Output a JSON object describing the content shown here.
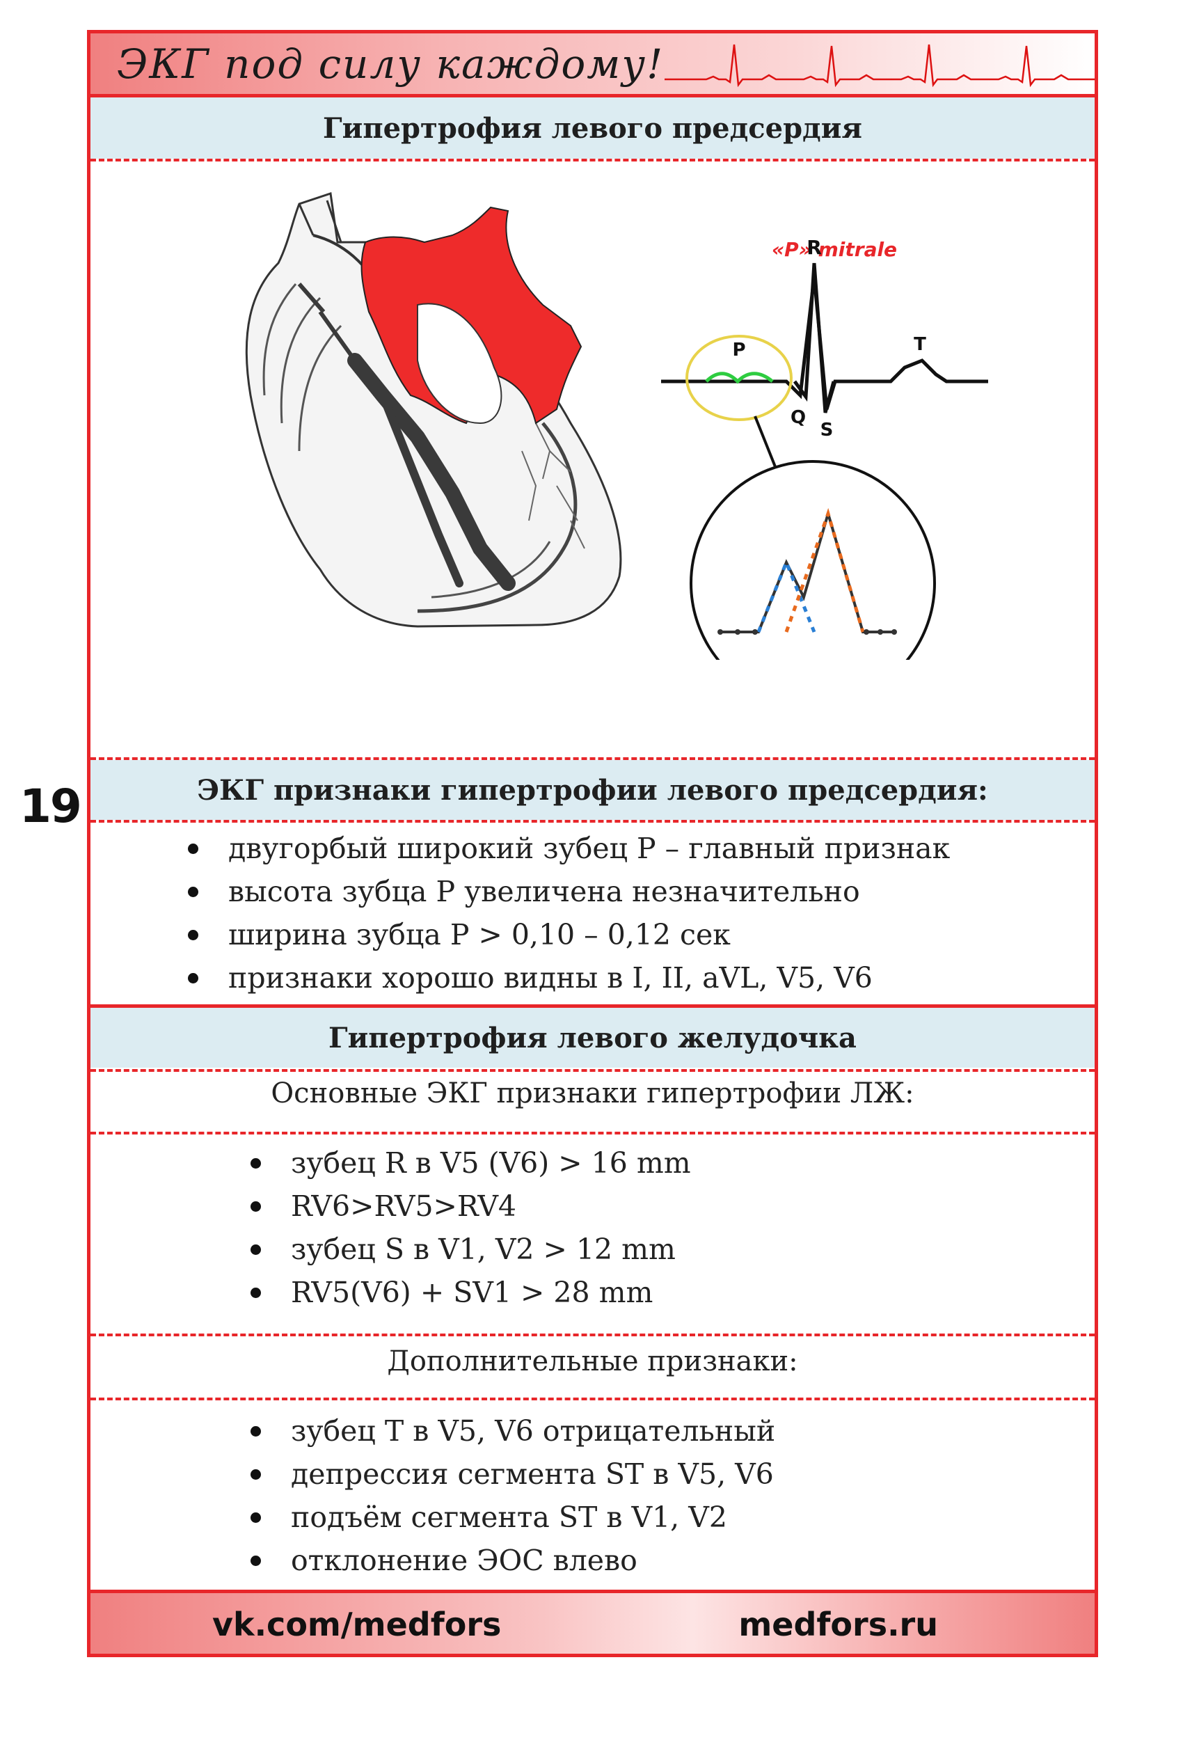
{
  "page_number": "19",
  "header": {
    "title": "ЭКГ под силу каждому!"
  },
  "section1": {
    "title": "Гипертрофия левого предсердия",
    "figure": {
      "caption": "«P» mitrale",
      "wave_labels": {
        "r": "R",
        "p": "P",
        "t": "T",
        "q": "Q",
        "s": "S"
      }
    }
  },
  "section2": {
    "title": "ЭКГ признаки гипертрофии левого предсердия:",
    "items": [
      "двугорбый широкий зубец Р – главный признак",
      "высота зубца Р увеличена незначительно",
      "ширина зубца Р > 0,10 – 0,12 сек",
      "признаки хорошо видны в I, II, aVL, V5, V6"
    ]
  },
  "section3": {
    "title": "Гипертрофия левого желудочка",
    "main_subtitle": "Основные ЭКГ признаки гипертрофии ЛЖ:",
    "main_items": [
      "зубец R в V5 (V6) > 16 mm",
      "RV6>RV5>RV4",
      "зубец S в V1, V2 > 12 mm",
      "RV5(V6) + SV1 > 28 mm"
    ],
    "extra_subtitle": "Дополнительные признаки:",
    "extra_items": [
      "зубец Т в V5, V6 отрицательный",
      "депрессия сегмента ST в V5, V6",
      "подъём сегмента ST в V1, V2",
      "отклонение ЭОС влево"
    ]
  },
  "footer": {
    "left": "vk.com/medfors",
    "right": "medfors.ru"
  },
  "colors": {
    "accent": "#e8262a",
    "band": "#dcecf2",
    "p_wave": "#2ecc40",
    "highlight_circle": "#e8d24a"
  }
}
